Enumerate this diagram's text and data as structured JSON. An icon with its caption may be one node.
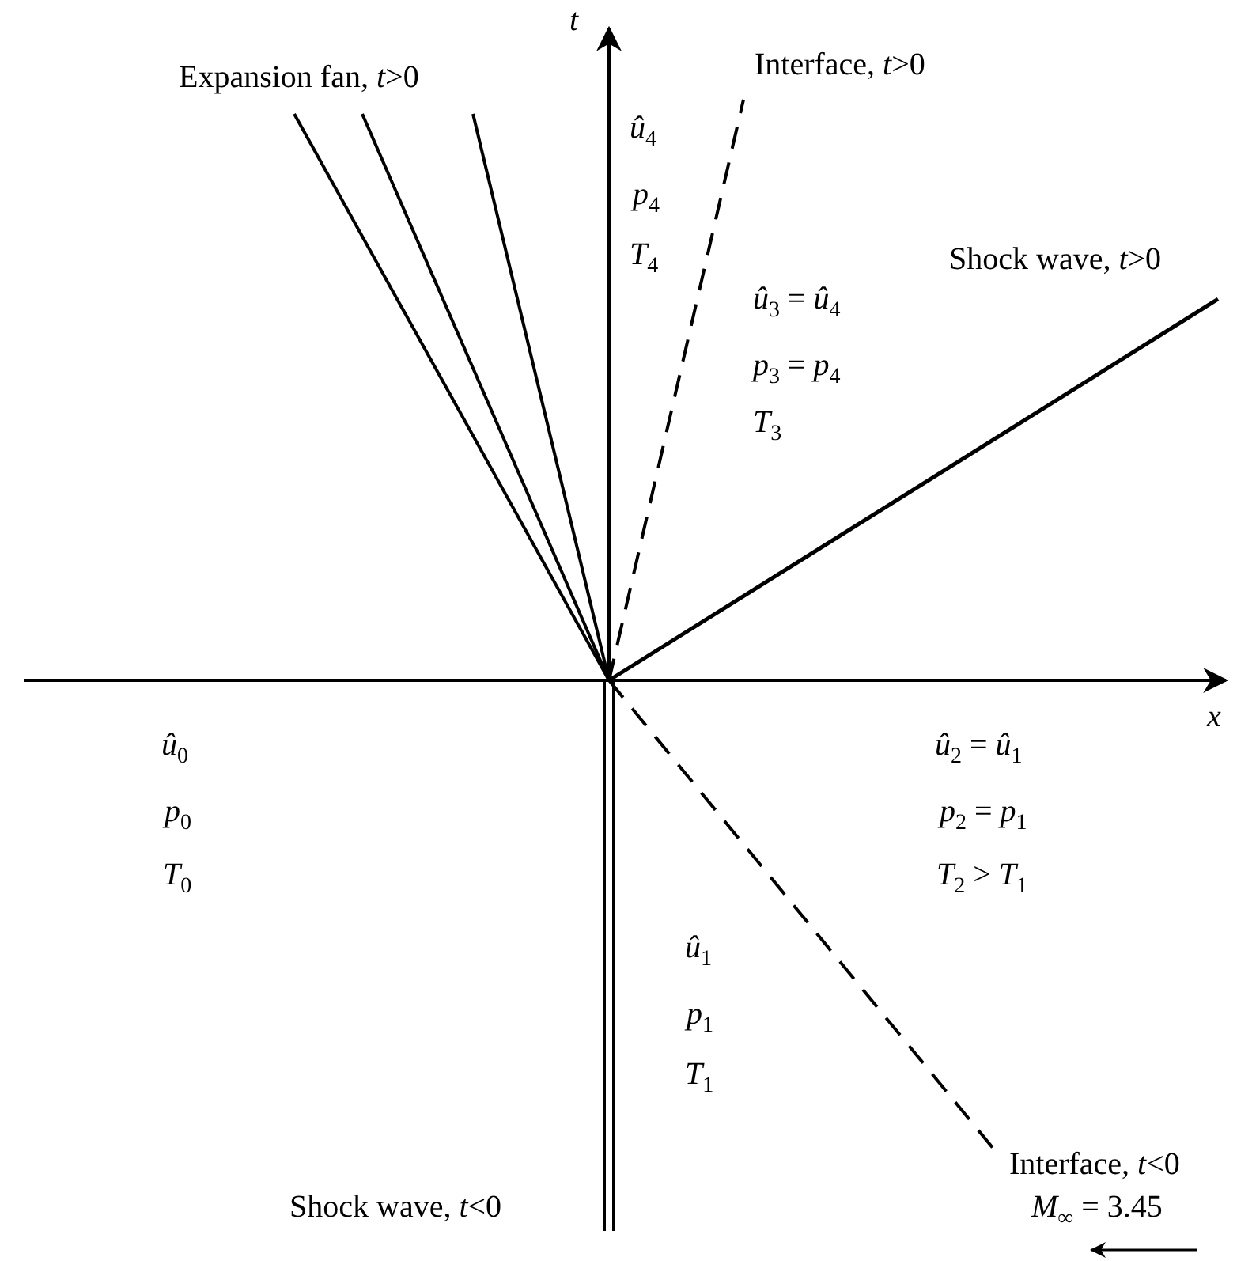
{
  "diagram": {
    "labels": [
      "*t*",
      "Expansion fan, *t*>0",
      "Interface, *t*>0",
      "*û*$_{4}$",
      "*p*$_{4}$",
      "*T*$_{4}$",
      "Shock wave, *t*>0",
      "*û*$_{3}$ = *û*$_{4}$",
      "*p*$_{3}$ = *p*$_{4}$",
      "*T*$_{3}$",
      "*x*",
      "*û*$_{0}$",
      "*p*$_{0}$",
      "*T*$_{0}$",
      "*û*$_{2}$ = *û*$_{1}$",
      "*p*$_{2}$ = *p*$_{1}$",
      "*T*$_{2}$ > *T*$_{1}$",
      "*û*$_{1}$",
      "*p*$_{1}$",
      "*T*$_{1}$",
      "Interface, *t*<0",
      "*M*$_{∞}$ = 3.45",
      "Shock wave, *t*<0"
    ]
  }
}
